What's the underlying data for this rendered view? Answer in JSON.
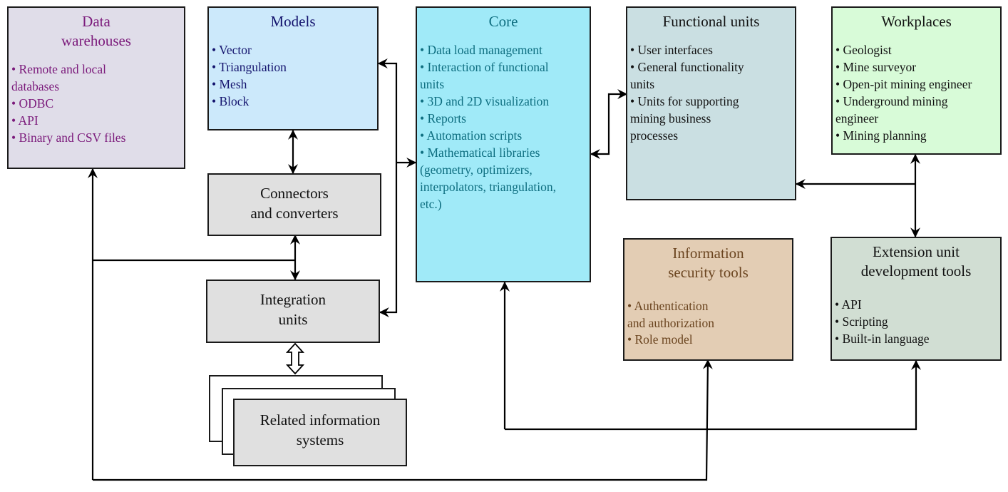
{
  "blocks": {
    "data_warehouses": {
      "title_line1": "Data",
      "title_line2": "warehouses",
      "items": [
        "• Remote and local",
        "databases",
        "• ODBC",
        "• API",
        "• Binary and CSV files"
      ],
      "text_color": "#7b1a7b",
      "fill": "#e0dde9"
    },
    "models": {
      "title": "Models",
      "items": [
        "• Vector",
        "• Triangulation",
        "• Mesh",
        "• Block"
      ],
      "text_color": "#14146e",
      "fill": "#cce9fb"
    },
    "core": {
      "title": "Core",
      "items": [
        "• Data load management",
        "• Interaction of functional",
        "units",
        "• 3D and 2D visualization",
        "• Reports",
        "• Automation scripts",
        "• Mathematical libraries",
        "(geometry, optimizers,",
        "interpolators, triangulation,",
        "etc.)"
      ],
      "text_color": "#0e6e80",
      "fill": "#a0eaf8"
    },
    "functional_units": {
      "title": "Functional units",
      "items": [
        "• User interfaces",
        "• General functionality",
        "units",
        "• Units for supporting",
        "mining business",
        "processes"
      ],
      "text_color": "#111111",
      "fill": "#cadfe2"
    },
    "workplaces": {
      "title": "Workplaces",
      "items": [
        "• Geologist",
        "• Mine surveyor",
        "• Open-pit mining engineer",
        "• Underground mining",
        "engineer",
        "• Mining planning"
      ],
      "text_color": "#111111",
      "fill": "#d8fbd8"
    },
    "connectors": {
      "title_line1": "Connectors",
      "title_line2": "and converters",
      "fill": "#e0e0e0"
    },
    "integration": {
      "title_line1": "Integration",
      "title_line2": "units",
      "fill": "#e0e0e0"
    },
    "related_systems": {
      "title_line1": "Related information",
      "title_line2": "systems",
      "fill": "#e0e0e0"
    },
    "security": {
      "title_line1": "Information",
      "title_line2": "security tools",
      "items": [
        "• Authentication",
        "and authorization",
        "• Role model"
      ],
      "text_color": "#6b4520",
      "fill": "#e3cdb4"
    },
    "extension": {
      "title_line1": "Extension unit",
      "title_line2": "development tools",
      "items": [
        "• API",
        "• Scripting",
        "• Built-in language"
      ],
      "text_color": "#111111",
      "fill": "#d1ded3"
    }
  }
}
